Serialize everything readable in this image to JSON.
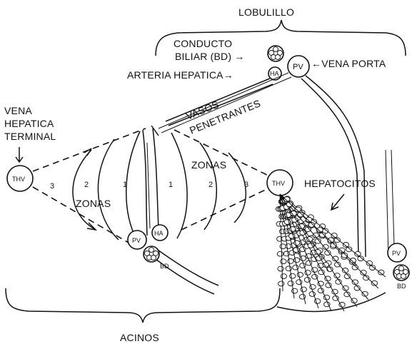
{
  "labels": {
    "lobulillo": "LOBULILLO",
    "conducto_line1": "CONDUCTO",
    "conducto_line2": "BILIAR (BD) →",
    "arteria": "ARTERIA HEPATICA→",
    "vena_porta": "←VENA PORTA",
    "vena_hep_1": "VENA",
    "vena_hep_2": "HEPATICA",
    "vena_hep_3": "TERMINAL",
    "vasos_1": "VASOS",
    "vasos_2": "PENETRANTES",
    "zonas_left": "ZONAS",
    "zonas_right": "ZONAS",
    "hepatocitos": "HEPATOCITOS",
    "acinos": "ACINOS"
  },
  "nodes": {
    "thv_left": "THV",
    "thv_right": "THV",
    "pv_top": "PV",
    "ha_top": "HA",
    "pv_mid": "PV",
    "ha_mid": "HA",
    "bd_mid": "BD",
    "pv_br": "PV",
    "bd_br": "BD"
  },
  "zone_numbers": {
    "left_3": "3",
    "left_2": "2",
    "left_1": "1",
    "right_1": "1",
    "right_2": "2",
    "right_3": "3"
  }
}
